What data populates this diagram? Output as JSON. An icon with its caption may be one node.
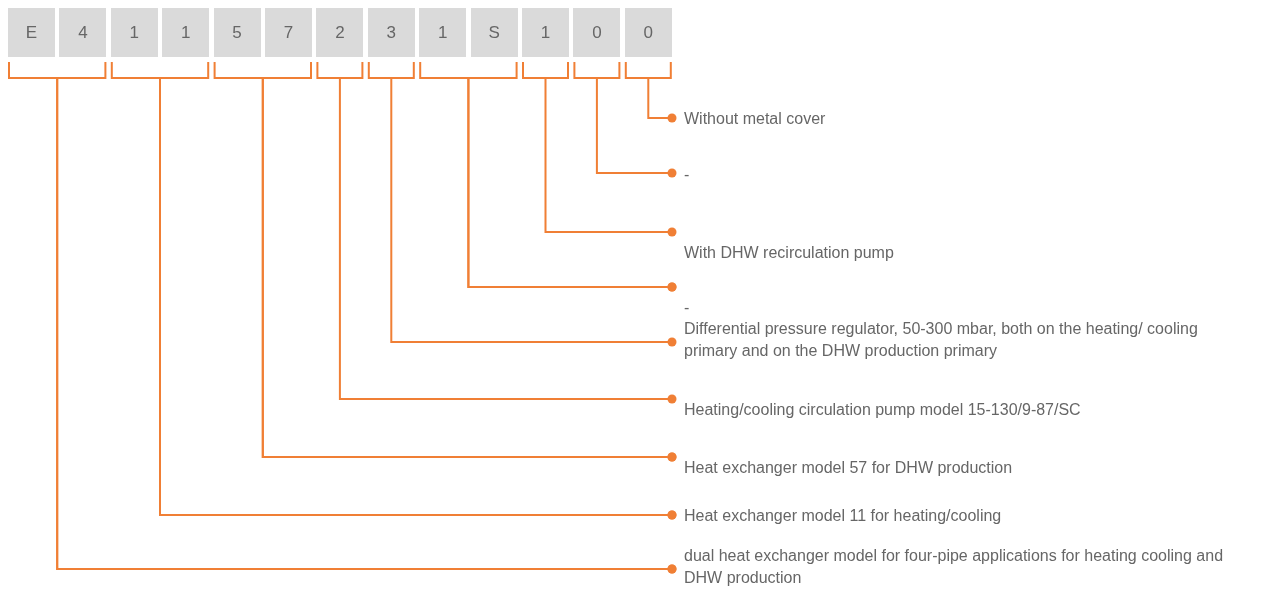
{
  "diagram": {
    "nodes": [
      {
        "text": [
          "E"
        ]
      },
      {
        "text": [
          "4"
        ]
      },
      {
        "text": [
          "1"
        ]
      },
      {
        "text": [
          "1"
        ]
      },
      {
        "text": [
          "5"
        ]
      },
      {
        "text": [
          "7"
        ]
      },
      {
        "text": [
          "2"
        ]
      },
      {
        "text": [
          "3"
        ]
      },
      {
        "text": [
          "1"
        ]
      },
      {
        "text": [
          "S"
        ]
      },
      {
        "text": [
          "1"
        ]
      },
      {
        "text": [
          "0"
        ]
      },
      {
        "text": [
          "0"
        ]
      },
      {
        "text": [
          "Without metal cover"
        ]
      },
      {
        "text": [
          "-"
        ]
      },
      {
        "text": [
          "With DHW recirculation pump"
        ]
      },
      {
        "text": [
          "-"
        ]
      },
      {
        "text": [
          "Differential pressure regulator, 50-300 mbar, both on the heating/ cooling primary and on the DHW production primary"
        ]
      },
      {
        "text": [
          "Heating/cooling circulation pump model 15-130/9-87/SC"
        ]
      },
      {
        "text": [
          "Heat exchanger model 57 for DHW production"
        ]
      },
      {
        "text": [
          "Heat exchanger model 11 for heating/cooling"
        ]
      },
      {
        "text": [
          "dual heat exchanger model for four-pipe applications for heating cooling and DHW production"
        ]
      }
    ],
    "edges": [
      {
        "from": 12,
        "to": 13,
        "arrow": "other"
      },
      {
        "from": 11,
        "to": 14,
        "arrow": "other"
      },
      {
        "from": 10,
        "to": 15,
        "arrow": "other"
      },
      {
        "from": 8,
        "to": 16,
        "arrow": "other"
      },
      {
        "from": 9,
        "to": 16,
        "arrow": "other"
      },
      {
        "from": 7,
        "to": 17,
        "arrow": "other"
      },
      {
        "from": 6,
        "to": 18,
        "arrow": "other"
      },
      {
        "from": 4,
        "to": 19,
        "arrow": "other"
      },
      {
        "from": 5,
        "to": 19,
        "arrow": "other"
      },
      {
        "from": 2,
        "to": 20,
        "arrow": "other"
      },
      {
        "from": 3,
        "to": 20,
        "arrow": "other"
      },
      {
        "from": 0,
        "to": 21,
        "arrow": "other"
      },
      {
        "from": 1,
        "to": 21,
        "arrow": "other"
      }
    ]
  }
}
